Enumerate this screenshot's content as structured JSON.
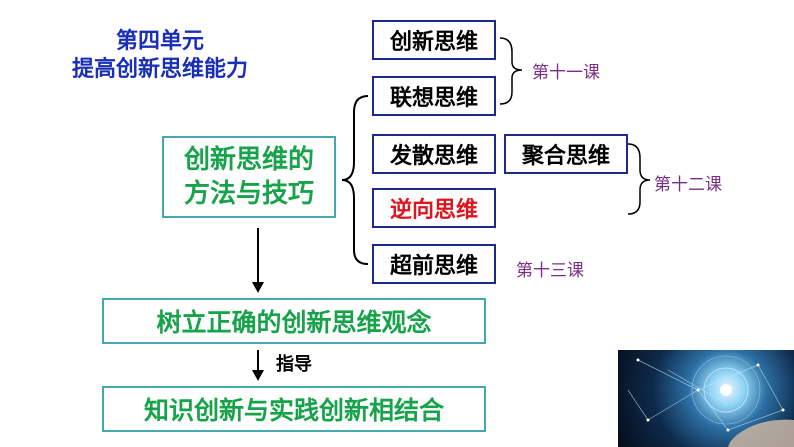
{
  "unit": {
    "line1": "第四单元",
    "line2": "提高创新思维能力"
  },
  "methods_box": {
    "line1": "创新思维的",
    "line2": "方法与技巧"
  },
  "thinking_types": [
    "创新思维",
    "联想思维",
    "发散思维",
    "聚合思维",
    "逆向思维",
    "超前思维"
  ],
  "lessons": {
    "lesson11": "第十一课",
    "lesson12": "第十二课",
    "lesson13": "第十三课"
  },
  "concept_box": "树立正确的创新思维观念",
  "guide_label": "指导",
  "combine_box": "知识创新与实践创新相结合",
  "colors": {
    "title_blue": "#1a2fb8",
    "box_border": "#1c2a8c",
    "green_text": "#17a34a",
    "teal_border": "#46a7b0",
    "red_text": "#e0141e",
    "lesson_purple": "#7a2e86"
  }
}
